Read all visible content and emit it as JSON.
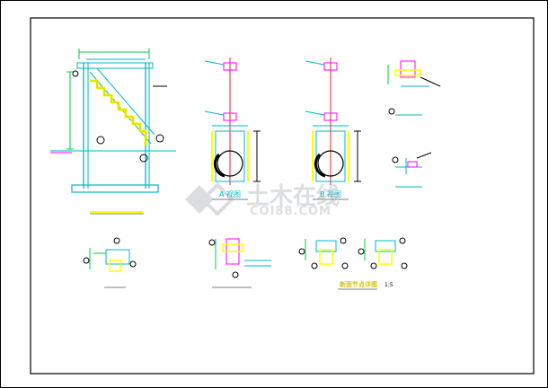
{
  "labels": {
    "view_a": "A 视图",
    "view_b": "B 视图",
    "section_label": "断面节点详图",
    "section_scale": "1:5",
    "watermark_main": "土木在线",
    "watermark_sub": "COI88.COM"
  },
  "colors": {
    "frame": "#000000",
    "structure": "#00b8c8",
    "detail": "#ff00ff",
    "highlight": "#ffff00",
    "dimension": "#00cc44",
    "axis": "#e8202a",
    "watermark": "#9aa3a8"
  }
}
